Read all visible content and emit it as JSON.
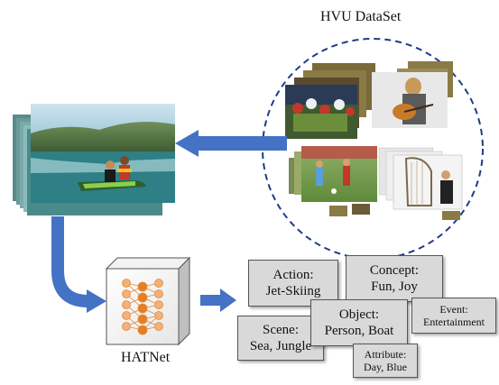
{
  "dataset": {
    "title": "HVU DataSet"
  },
  "model": {
    "name": "HATNet"
  },
  "tags": [
    {
      "line1": "Action:",
      "line2": "Jet-Skiing"
    },
    {
      "line1": "Concept:",
      "line2": "Fun, Joy"
    },
    {
      "line1": "Object:",
      "line2": "Person, Boat"
    },
    {
      "line1": "Scene:",
      "line2": "Sea, Jungle"
    },
    {
      "line1": "Event:",
      "line2": "Entertainment"
    },
    {
      "line1": "Attribute:",
      "line2": "Day, Blue"
    }
  ],
  "colors": {
    "arrow": "#4472c4",
    "circle": "#1f3c88",
    "node": "#f4a460",
    "node_dark": "#e67e22",
    "box": "#d9d9d9"
  },
  "icons": [
    "video-frame-stack",
    "neural-network-cube",
    "dashed-circle"
  ]
}
